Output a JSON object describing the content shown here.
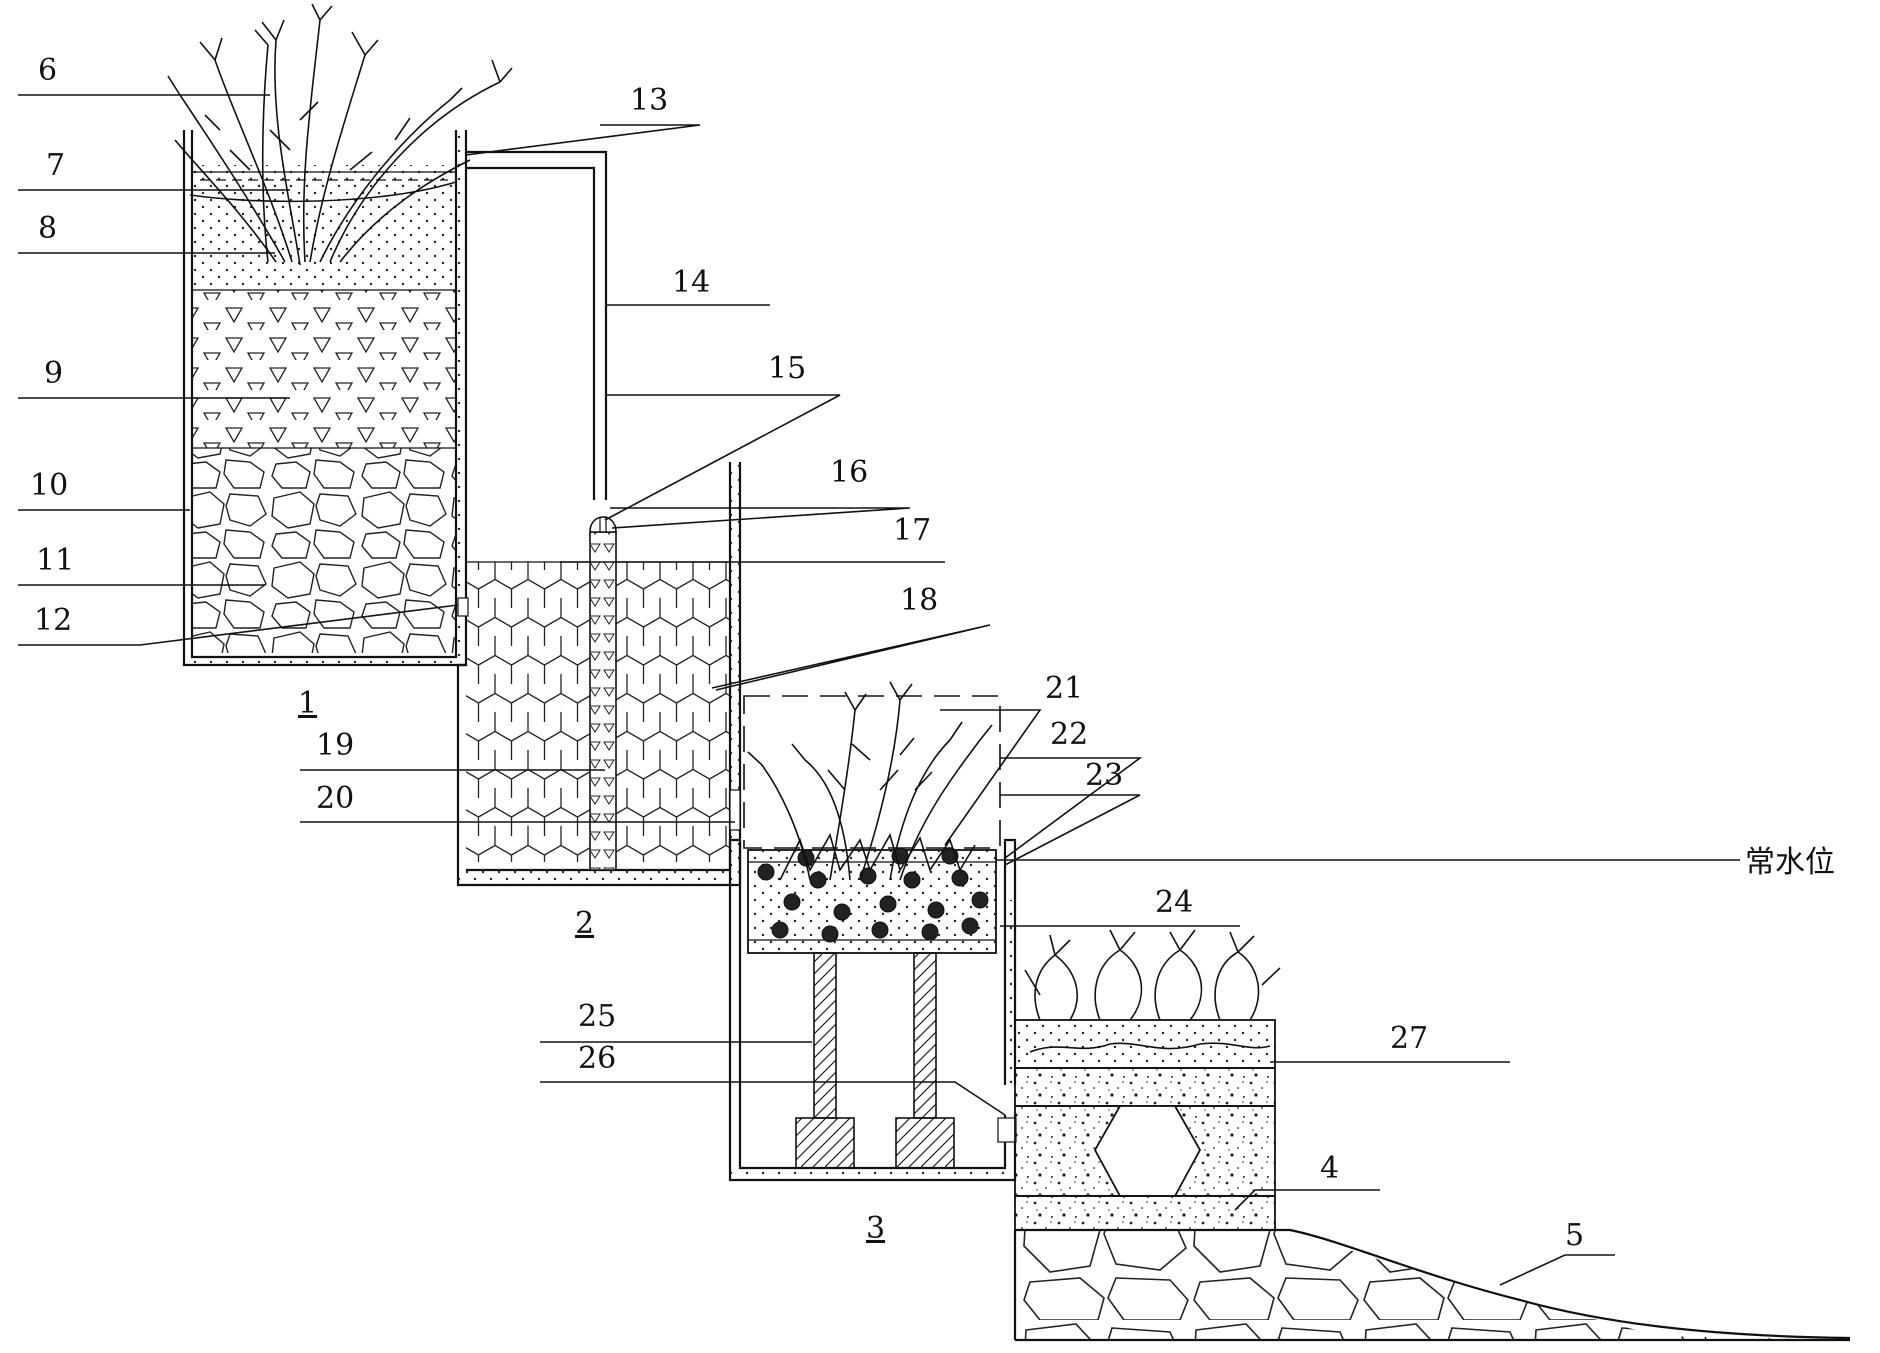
{
  "labels": {
    "l1": "1",
    "l2": "2",
    "l3": "3",
    "l4": "4",
    "l5": "5",
    "l6": "6",
    "l7": "7",
    "l8": "8",
    "l9": "9",
    "l10": "10",
    "l11": "11",
    "l12": "12",
    "l13": "13",
    "l14": "14",
    "l15": "15",
    "l16": "16",
    "l17": "17",
    "l18": "18",
    "l19": "19",
    "l20": "20",
    "l21": "21",
    "l22": "22",
    "l23": "23",
    "l24": "24",
    "l25": "25",
    "l26": "26",
    "l27": "27"
  },
  "water_level_label": "常水位",
  "colors": {
    "line": "#111111",
    "background": "#ffffff"
  }
}
